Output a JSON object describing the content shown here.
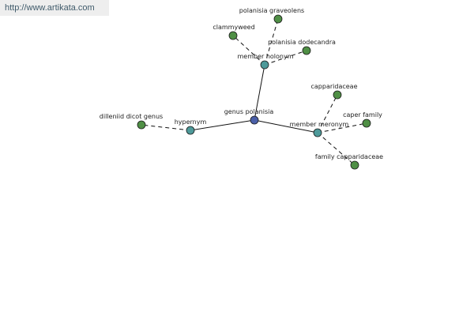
{
  "url": "http://www.artikata.com",
  "colors": {
    "center": "#4a5fa8",
    "relation": "#4e9a9a",
    "leaf": "#4f8f45"
  },
  "nodes": {
    "center": "genus polanisia",
    "member_holonym": "member holonym",
    "hypernym": "hypernym",
    "member_meronym": "member meronym",
    "polanisia_graveolens": "polanisia graveolens",
    "clammyweed": "clammyweed",
    "polanisia_dodecandra": "polanisia dodecandra",
    "dilleniid_dicot_genus": "dilleniid dicot genus",
    "capparidaceae": "capparidaceae",
    "caper_family": "caper family",
    "family_capparidaceae": "family capparidaceae"
  }
}
